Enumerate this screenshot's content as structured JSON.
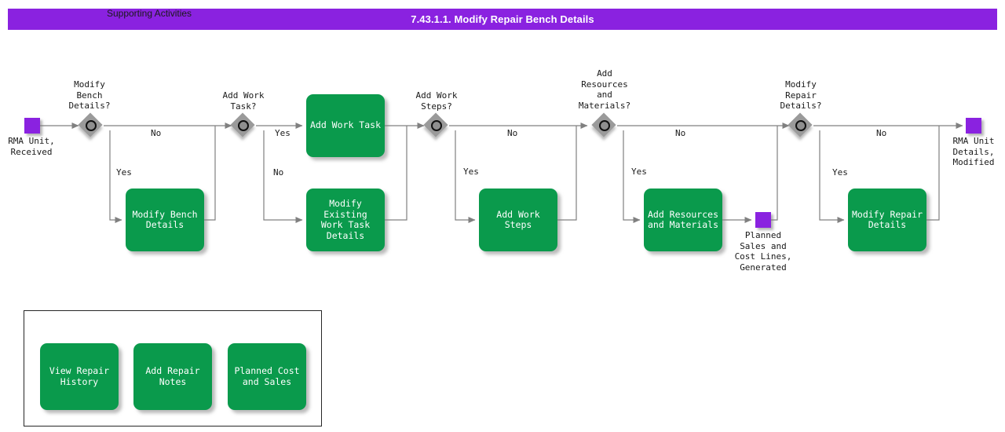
{
  "header": {
    "title": "7.43.1.1. Modify Repair Bench Details",
    "bar_color": "#8A22E0"
  },
  "palette": {
    "event_purple": "#8A22E0",
    "task_green": "#0A9A4C",
    "gateway_gray": "#9A9A9A",
    "connector_gray": "#808080",
    "text_dark": "#1A1A1A"
  },
  "events": [
    {
      "id": "start",
      "label": "RMA Unit,\nReceived"
    },
    {
      "id": "planned-lines",
      "label": "Planned\nSales and\nCost Lines,\nGenerated"
    },
    {
      "id": "end",
      "label": "RMA Unit\nDetails,\nModified"
    }
  ],
  "gateways": [
    {
      "id": "modify-bench-details",
      "label": "Modify\nBench\nDetails?"
    },
    {
      "id": "add-work-task",
      "label": "Add Work\nTask?"
    },
    {
      "id": "add-work-steps",
      "label": "Add Work\nSteps?"
    },
    {
      "id": "add-resources-materials",
      "label": "Add\nResources\nand\nMaterials?"
    },
    {
      "id": "modify-repair-details",
      "label": "Modify\nRepair\nDetails?"
    }
  ],
  "tasks": [
    {
      "id": "add-work-task",
      "label": "Add Work Task"
    },
    {
      "id": "modify-bench-details",
      "label": "Modify Bench\nDetails"
    },
    {
      "id": "modify-existing-work-task-details",
      "label": "Modify Existing\nWork Task\nDetails"
    },
    {
      "id": "add-work-steps",
      "label": "Add Work Steps"
    },
    {
      "id": "add-resources-and-materials",
      "label": "Add Resources\nand Materials"
    },
    {
      "id": "modify-repair-details",
      "label": "Modify Repair\nDetails"
    }
  ],
  "flow_labels": {
    "branch1_no": "No",
    "branch1_yes": "Yes",
    "branch2_yes": "Yes",
    "branch2_no": "No",
    "branch3_no": "No",
    "branch3_yes": "Yes",
    "branch4_no": "No",
    "branch4_yes": "Yes",
    "branch5_no": "No",
    "branch5_yes": "Yes"
  },
  "supporting": {
    "title": "Supporting Activities",
    "items": [
      {
        "id": "view-repair-history",
        "label": "View Repair\nHistory"
      },
      {
        "id": "add-repair-notes",
        "label": "Add Repair\nNotes"
      },
      {
        "id": "planned-cost-and-sales",
        "label": "Planned Cost\nand Sales"
      }
    ]
  }
}
